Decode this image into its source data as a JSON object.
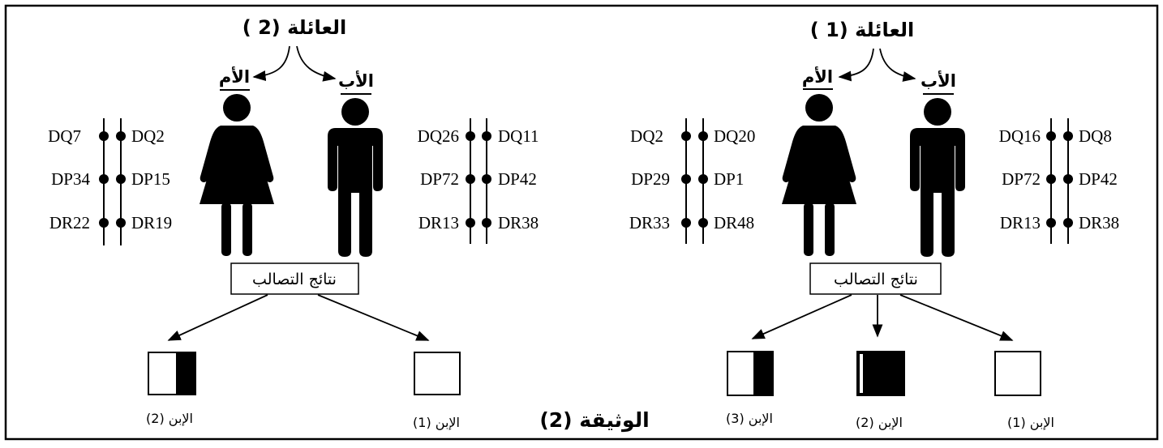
{
  "document_title": "الوثيقة (2)",
  "box_label": "نتائج التصالب",
  "families": [
    {
      "title": "العائلة (1 )",
      "mother_label": "الأم",
      "father_label": "الأب",
      "mother_alleles": {
        "left": [
          "DQ2",
          "DP29",
          "DR33"
        ],
        "right": [
          "DQ20",
          "DP1",
          "DR48"
        ]
      },
      "father_alleles": {
        "left": [
          "DQ16",
          "DP72",
          "DR13"
        ],
        "right": [
          "DQ8",
          "DP42",
          "DR38"
        ]
      },
      "children": [
        {
          "label": "الإبن (3)",
          "pattern": "half-black-right"
        },
        {
          "label": "الإبن (2)",
          "pattern": "full-black"
        },
        {
          "label": "الإبن (1)",
          "pattern": "white"
        }
      ]
    },
    {
      "title": "العائلة (2 )",
      "mother_label": "الأم",
      "father_label": "الأب",
      "mother_alleles": {
        "left": [
          "DQ7",
          "DP34",
          "DR22"
        ],
        "right": [
          "DQ2",
          "DP15",
          "DR19"
        ]
      },
      "father_alleles": {
        "left": [
          "DQ26",
          "DP72",
          "DR13"
        ],
        "right": [
          "DQ11",
          "DP42",
          "DR38"
        ]
      },
      "children": [
        {
          "label": "الإبن (2)",
          "pattern": "half-black-right"
        },
        {
          "label": "الإبن (1)",
          "pattern": "white"
        }
      ]
    }
  ]
}
